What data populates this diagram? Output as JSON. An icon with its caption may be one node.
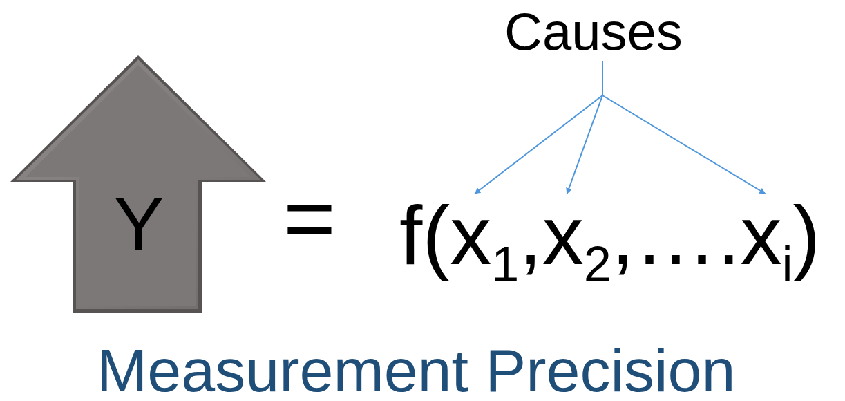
{
  "diagram": {
    "nodes": [
      {
        "text": [
          "Y"
        ]
      },
      {
        "text": [
          "Causes"
        ]
      },
      {
        "text": [
          "f(x$_{1}$,x$_{2}$,….x$_{i}$)"
        ]
      }
    ],
    "edges": [
      {
        "from": 1,
        "to": 2,
        "arrow": "to"
      },
      {
        "from": 1,
        "to": 2,
        "arrow": "to"
      },
      {
        "from": 1,
        "to": 2,
        "arrow": "to"
      }
    ],
    "labels": [
      "=",
      "Measurement Precision"
    ]
  }
}
